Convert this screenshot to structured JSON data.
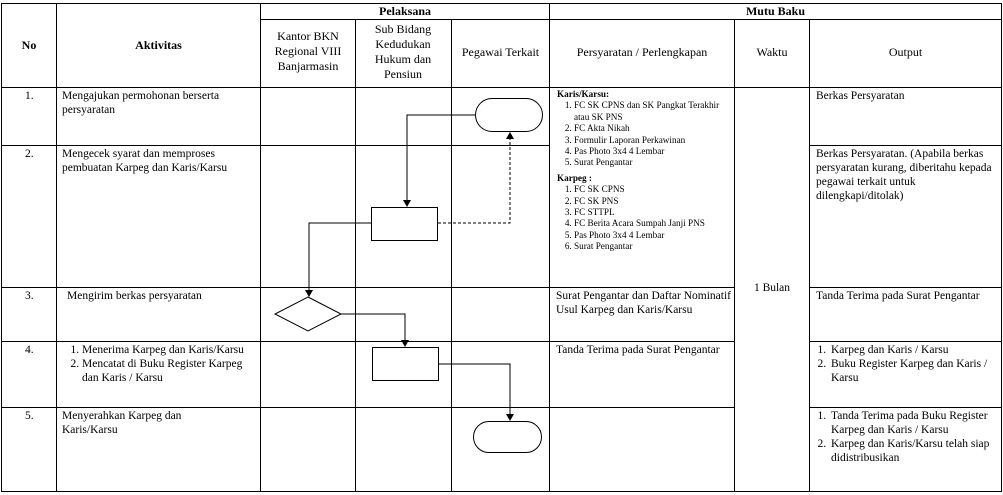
{
  "header": {
    "no": "No",
    "aktivitas": "Aktivitas",
    "pelaksana": "Pelaksana",
    "mutu_baku": "Mutu Baku",
    "col_kantor": "Kantor BKN Regional VIII Banjarmasin",
    "col_subbidang": "Sub Bidang Kedudukan Hukum dan Pensiun",
    "col_pegawai": "Pegawai Terkait",
    "col_persyaratan": "Persyaratan / Perlengkapan",
    "col_waktu": "Waktu",
    "col_output": "Output"
  },
  "rows": [
    {
      "no": "1.",
      "aktivitas": "Mengajukan permohonan berserta persyaratan",
      "output": "Berkas Persyaratan"
    },
    {
      "no": "2.",
      "aktivitas": "Mengecek syarat dan memproses pembuatan Karpeg dan Karis/Karsu",
      "output": "Berkas Persyaratan. (Apabila berkas persyaratan kurang, diberitahu kepada pegawai terkait untuk dilengkapi/ditolak)"
    },
    {
      "no": "3.",
      "aktivitas": "Mengirim berkas persyaratan",
      "persyaratan": "Surat Pengantar dan Daftar Nominatif Usul Karpeg dan Karis/Karsu",
      "output": "Tanda Terima pada Surat Pengantar"
    },
    {
      "no": "4.",
      "aktivitas_items": [
        "Menerima Karpeg dan Karis/Karsu",
        "Mencatat di Buku Register Karpeg dan Karis / Karsu"
      ],
      "persyaratan": "Tanda Terima pada Surat Pengantar",
      "output_items": [
        "Karpeg dan Karis / Karsu",
        "Buku Register Karpeg dan Karis / Karsu"
      ]
    },
    {
      "no": "5.",
      "aktivitas": "Menyerahkan Karpeg dan Karis/Karsu",
      "output_items": [
        "Tanda Terima pada Buku Register Karpeg dan Karis / Karsu",
        "Karpeg dan Karis/Karsu telah siap didistribusikan"
      ]
    }
  ],
  "requirements": {
    "karis_title": "Karis/Karsu:",
    "karis_items": [
      "FC SK CPNS  dan SK Pangkat Terakhir atau SK PNS",
      "FC Akta Nikah",
      "Formulir Laporan Perkawinan",
      "Pas Photo 3x4 4 Lembar",
      " Surat Pengantar"
    ],
    "karpeg_title": "Karpeg  :",
    "karpeg_items": [
      "FC SK CPNS",
      "FC SK PNS",
      "FC STTPL",
      "FC Berita Acara Sumpah Janji PNS",
      "Pas Photo 3x4 4 Lembar",
      "Surat Pengantar"
    ]
  },
  "waktu": "1 Bulan"
}
